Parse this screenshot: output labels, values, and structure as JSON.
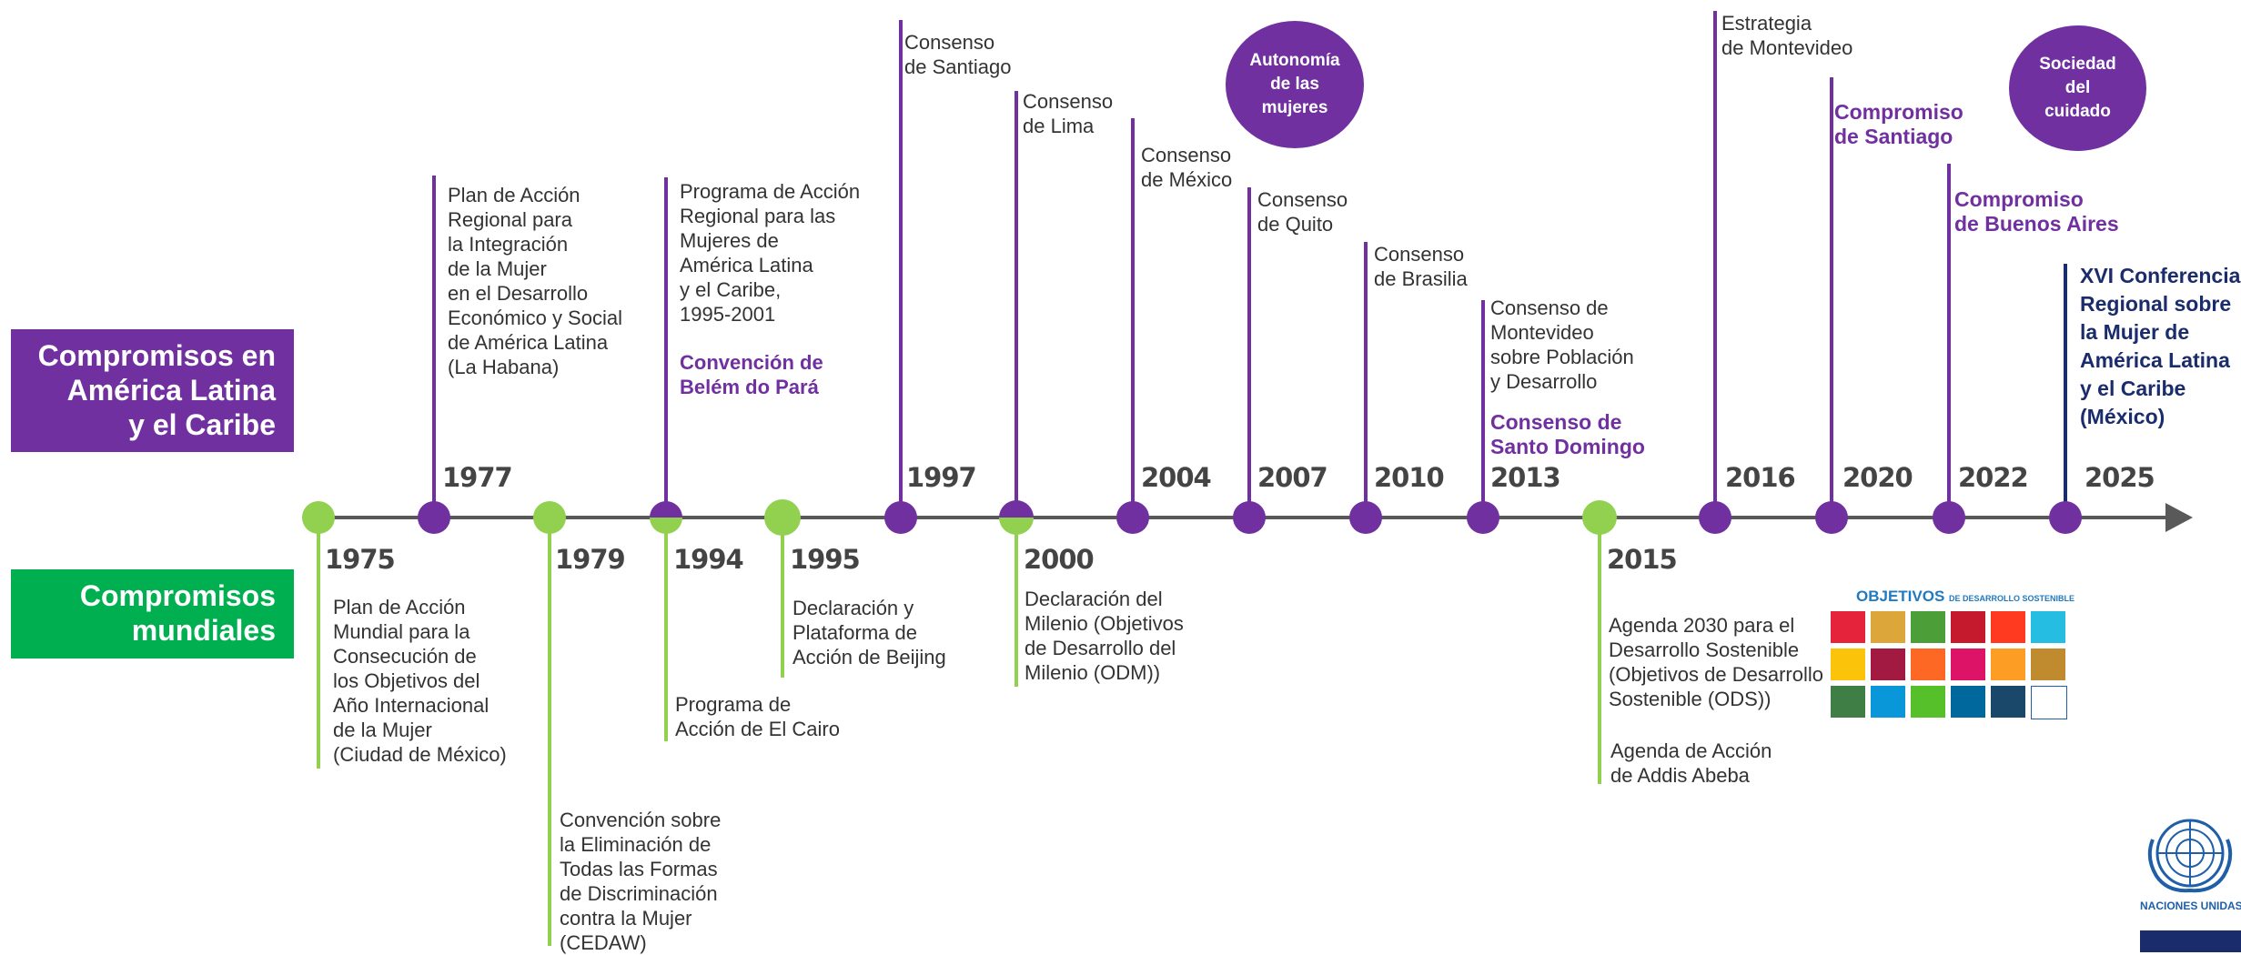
{
  "side_labels": {
    "regional": "Compromisos en\nAmérica Latina\ny el Caribe",
    "global": "Compromisos\nmundiales"
  },
  "bubbles": {
    "autonomia": "Autonomía\nde las\nmujeres",
    "cuidado": "Sociedad\ndel\ncuidado"
  },
  "colors": {
    "purple": "#7030a0",
    "green": "#92d050",
    "green_box": "#00b050",
    "navy": "#1a2c6b",
    "axis": "#595959"
  },
  "events_top": [
    {
      "year": "1977",
      "text": "Plan de Acción\nRegional para\nla Integración\nde la Mujer\nen el Desarrollo\nEconómico y Social\nde América Latina\n(La Habana)"
    },
    {
      "year": "",
      "text": "Programa de Acción\nRegional para las\nMujeres de\nAmérica Latina\ny el Caribe,\n1995-2001",
      "accent": "Convención de\nBelém do Pará"
    },
    {
      "year": "1997",
      "text": "Consenso\nde Santiago"
    },
    {
      "year": "",
      "text": "Consenso\nde Lima"
    },
    {
      "year": "2004",
      "text": "Consenso\nde México"
    },
    {
      "year": "2007",
      "text": "Consenso\nde Quito"
    },
    {
      "year": "2010",
      "text": "Consenso\nde Brasilia"
    },
    {
      "year": "2013",
      "text": "Consenso de\nMontevideo\nsobre Población\ny Desarrollo",
      "accent": "Consenso de\nSanto Domingo"
    },
    {
      "year": "2016",
      "text": "Estrategia\nde Montevideo"
    },
    {
      "year": "2020",
      "accent": "Compromiso\nde Santiago"
    },
    {
      "year": "2022",
      "accent": "Compromiso\nde Buenos Aires"
    },
    {
      "year": "2025",
      "accent_navy": "XVI Conferencia\nRegional sobre\nla Mujer de\nAmérica Latina\ny el Caribe\n(México)"
    }
  ],
  "events_bottom": [
    {
      "year": "1975",
      "text": "Plan de Acción\nMundial para la\nConsecución de\nlos Objetivos del\nAño Internacional\nde la Mujer\n(Ciudad de México)"
    },
    {
      "year": "1979",
      "text": "Convención sobre\nla Eliminación de\nTodas las Formas\nde Discriminación\ncontra la Mujer\n(CEDAW)"
    },
    {
      "year": "1994",
      "text": "Programa de\nAcción de El Cairo"
    },
    {
      "year": "1995",
      "text": "Declaración y\nPlataforma de\nAcción de Beijing"
    },
    {
      "year": "2000",
      "text": "Declaración del\nMilenio (Objetivos\nde Desarrollo del\nMilenio (ODM))"
    },
    {
      "year": "2015",
      "text": "Agenda 2030 para el\nDesarrollo Sostenible\n(Objetivos de Desarrollo\nSostenible (ODS))",
      "text2": "Agenda de Acción\nde Addis Abeba"
    }
  ],
  "sdg_logo": {
    "title": "OBJETIVOS",
    "subtitle": "DE DESARROLLO SOSTENIBLE",
    "tiles": 18
  },
  "un_logo": {
    "text": "NACIONES UNIDAS"
  }
}
